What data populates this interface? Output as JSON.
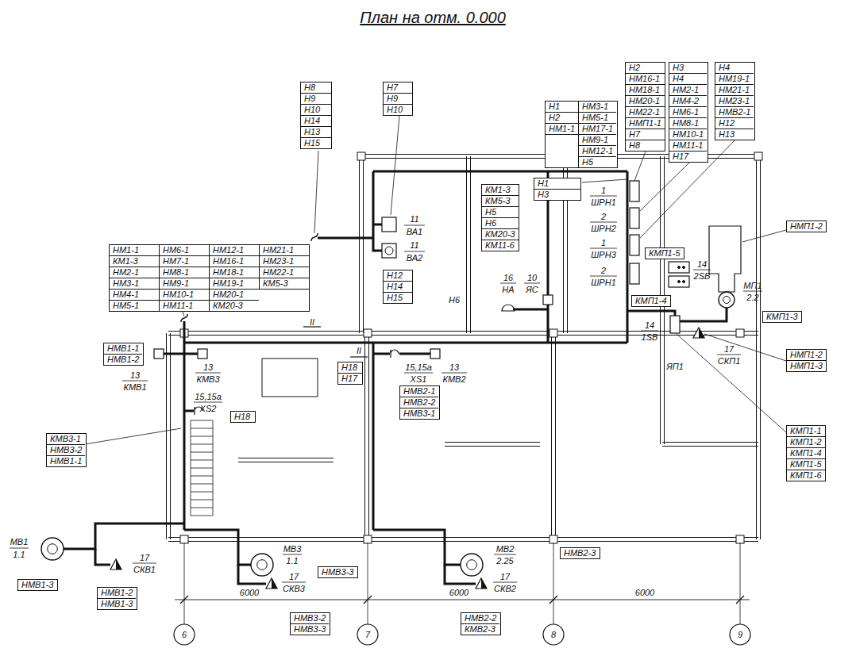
{
  "diagram": {
    "title": "План на отм. 0.000",
    "nodes": [
      {
        "text": [
          "Н8",
          "Н9",
          "Н10",
          "Н14",
          "Н13",
          "Н15"
        ]
      },
      {
        "text": [
          "Н7",
          "Н9",
          "Н10"
        ]
      },
      {
        "text": [
          "Н1",
          "Н2",
          "НМ1-1",
          "НМ3-1",
          "НМ5-1",
          "НМ17-1",
          "НМ9-1",
          "НМ12-1",
          "Н5"
        ]
      },
      {
        "text": [
          "Н2",
          "НМ16-1",
          "НМ18-1",
          "НМ20-1",
          "НМ22-1",
          "НМП1-1",
          "Н7",
          "Н8"
        ]
      },
      {
        "text": [
          "Н3",
          "Н4",
          "НМ2-1",
          "НМ4-2",
          "НМ6-1",
          "НМ8-1",
          "НМ10-1",
          "НМ11-1",
          "Н17"
        ]
      },
      {
        "text": [
          "Н4",
          "НМ19-1",
          "НМ21-1",
          "НМ23-1",
          "НМВ2-1",
          "Н12",
          "Н13"
        ]
      },
      {
        "text": [
          "Н1",
          "Н3"
        ]
      },
      {
        "text": [
          "КМ1-3",
          "КМ5-3",
          "Н5",
          "Н6",
          "КМ20-3",
          "КМ11-6"
        ]
      },
      {
        "text": [
          "НМП1-2"
        ]
      },
      {
        "text": [
          "НМ1-1",
          "КМ1-3",
          "НМ2-1",
          "НМ3-1",
          "НМ4-1",
          "НМ5-1",
          "НМ6-1",
          "НМ7-1",
          "НМ8-1",
          "НМ9-1",
          "НМ10-1",
          "НМ11-1",
          "НМ12-1",
          "НМ16-1",
          "НМ18-1",
          "НМ19-1",
          "НМ20-1",
          "КМ20-3",
          "НМ21-1",
          "НМ23-1",
          "НМ22-1",
          "КМ5-3"
        ]
      },
      {
        "text": [
          "КМП1-5"
        ]
      },
      {
        "text": [
          "Н12",
          "Н14",
          "Н15"
        ]
      },
      {
        "text": [
          "КМП1-4"
        ]
      },
      {
        "text": [
          "КМП1-3"
        ]
      },
      {
        "text": [
          "НМВ1-1",
          "НМВ1-2"
        ]
      },
      {
        "text": [
          "НМП1-2",
          "НМП1-3"
        ]
      },
      {
        "text": [
          "Н18",
          "Н17"
        ]
      },
      {
        "text": [
          "НМВ2-1",
          "НМВ2-2",
          "НМВ3-1"
        ]
      },
      {
        "text": [
          "Н18"
        ]
      },
      {
        "text": [
          "КМП1-1",
          "КМП1-2",
          "КМП1-4",
          "КМП1-5",
          "КМП1-6"
        ]
      },
      {
        "text": [
          "КМВ3-1",
          "НМВ3-2",
          "НМВ1-1"
        ]
      },
      {
        "text": [
          "НМВ2-3"
        ]
      },
      {
        "text": [
          "НМВ3-3"
        ]
      },
      {
        "text": [
          "НМВ1-3"
        ]
      },
      {
        "text": [
          "НМВ1-2",
          "НМВ1-3"
        ]
      },
      {
        "text": [
          "НМВ3-2",
          "НМВ3-3"
        ]
      },
      {
        "text": [
          "НМВ2-2",
          "КМВ2-3"
        ]
      }
    ],
    "labels": [
      "11",
      "ВА1",
      "11",
      "ВА2",
      "16",
      "НА",
      "Н6",
      "10",
      "ЯС",
      "1",
      "ШРН1",
      "2",
      "ШРН2",
      "1",
      "ШРН3",
      "2",
      "ШРН1",
      "14",
      "2SB",
      "14",
      "1SB",
      "МП1",
      "2.2",
      "17",
      "СКП1",
      "ЯП1",
      "13",
      "КМВ1",
      "13",
      "КМВ3",
      "15,15а",
      "XS2",
      "15,15а",
      "XS1",
      "13",
      "КМВ2",
      "МВ1",
      "1.1",
      "17",
      "СКВ1",
      "МВ3",
      "1.1",
      "17",
      "СКВ3",
      "МВ2",
      "2.25",
      "17",
      "СКВ2",
      "6000",
      "6000",
      "6000",
      "6",
      "7",
      "8",
      "9",
      "II",
      "II"
    ]
  }
}
